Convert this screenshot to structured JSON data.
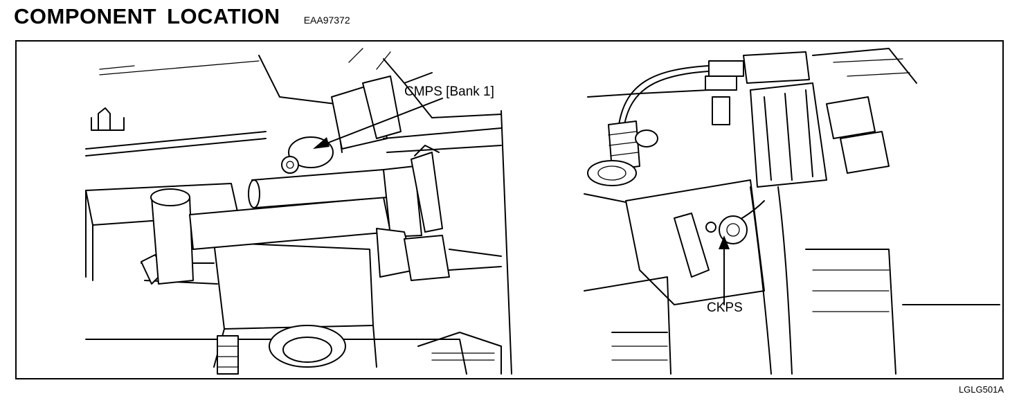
{
  "header": {
    "title": "COMPONENT  LOCATION",
    "code": "EAA97372"
  },
  "callouts": {
    "cmps": "CMPS [Bank 1]",
    "ckps": "CKPS"
  },
  "footer": {
    "figure_id": "LGLG501A"
  }
}
